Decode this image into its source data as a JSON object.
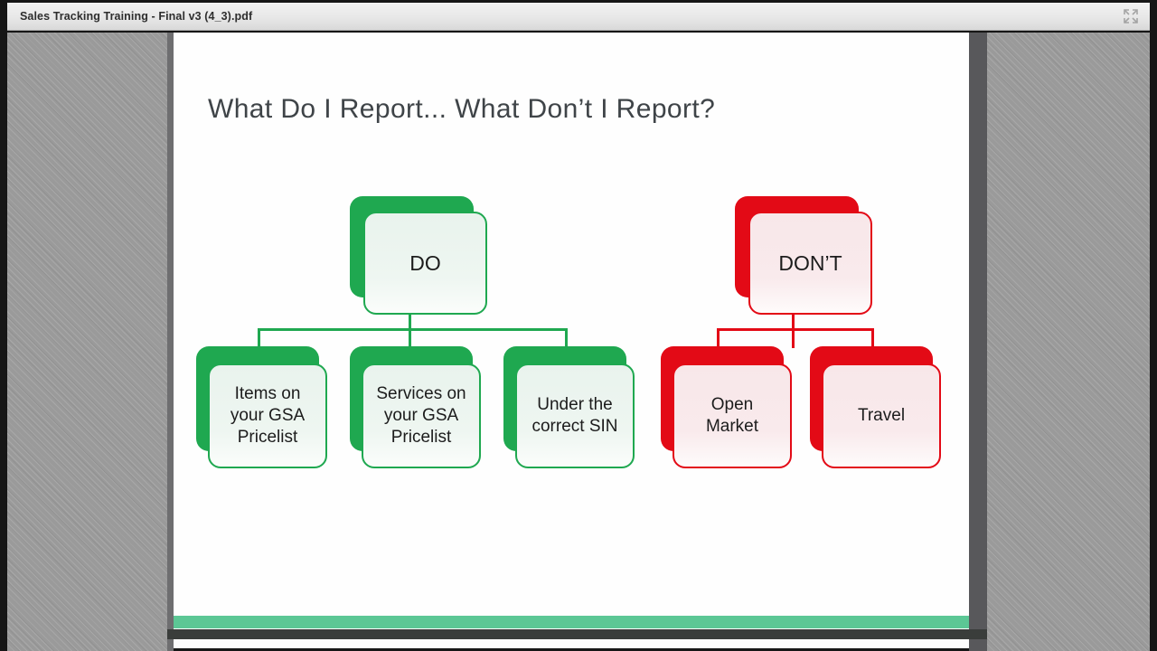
{
  "titlebar": {
    "title": "Sales Tracking Training - Final v3 (4_3).pdf",
    "fullscreen_icon": "fullscreen-expand"
  },
  "slide": {
    "title": "What Do I Report... What Don’t I Report?",
    "do": {
      "label": "DO",
      "children": [
        {
          "label": "Items on your GSA Pricelist"
        },
        {
          "label": "Services on your GSA Pricelist"
        },
        {
          "label": "Under the correct SIN"
        }
      ]
    },
    "dont": {
      "label": "DON’T",
      "children": [
        {
          "label": "Open Market"
        },
        {
          "label": "Travel"
        }
      ]
    }
  },
  "colors": {
    "green": "#1FA850",
    "green_fill_top": "#E9F3ED",
    "green_fill_bottom": "#FBFDFB",
    "red": "#E30A16",
    "red_fill_top": "#F8E7E9",
    "red_fill_bottom": "#FEFBFB",
    "teal_bar": "#5CC795",
    "text_dark": "#1C1C1C",
    "slide_title": "#3F4448"
  }
}
